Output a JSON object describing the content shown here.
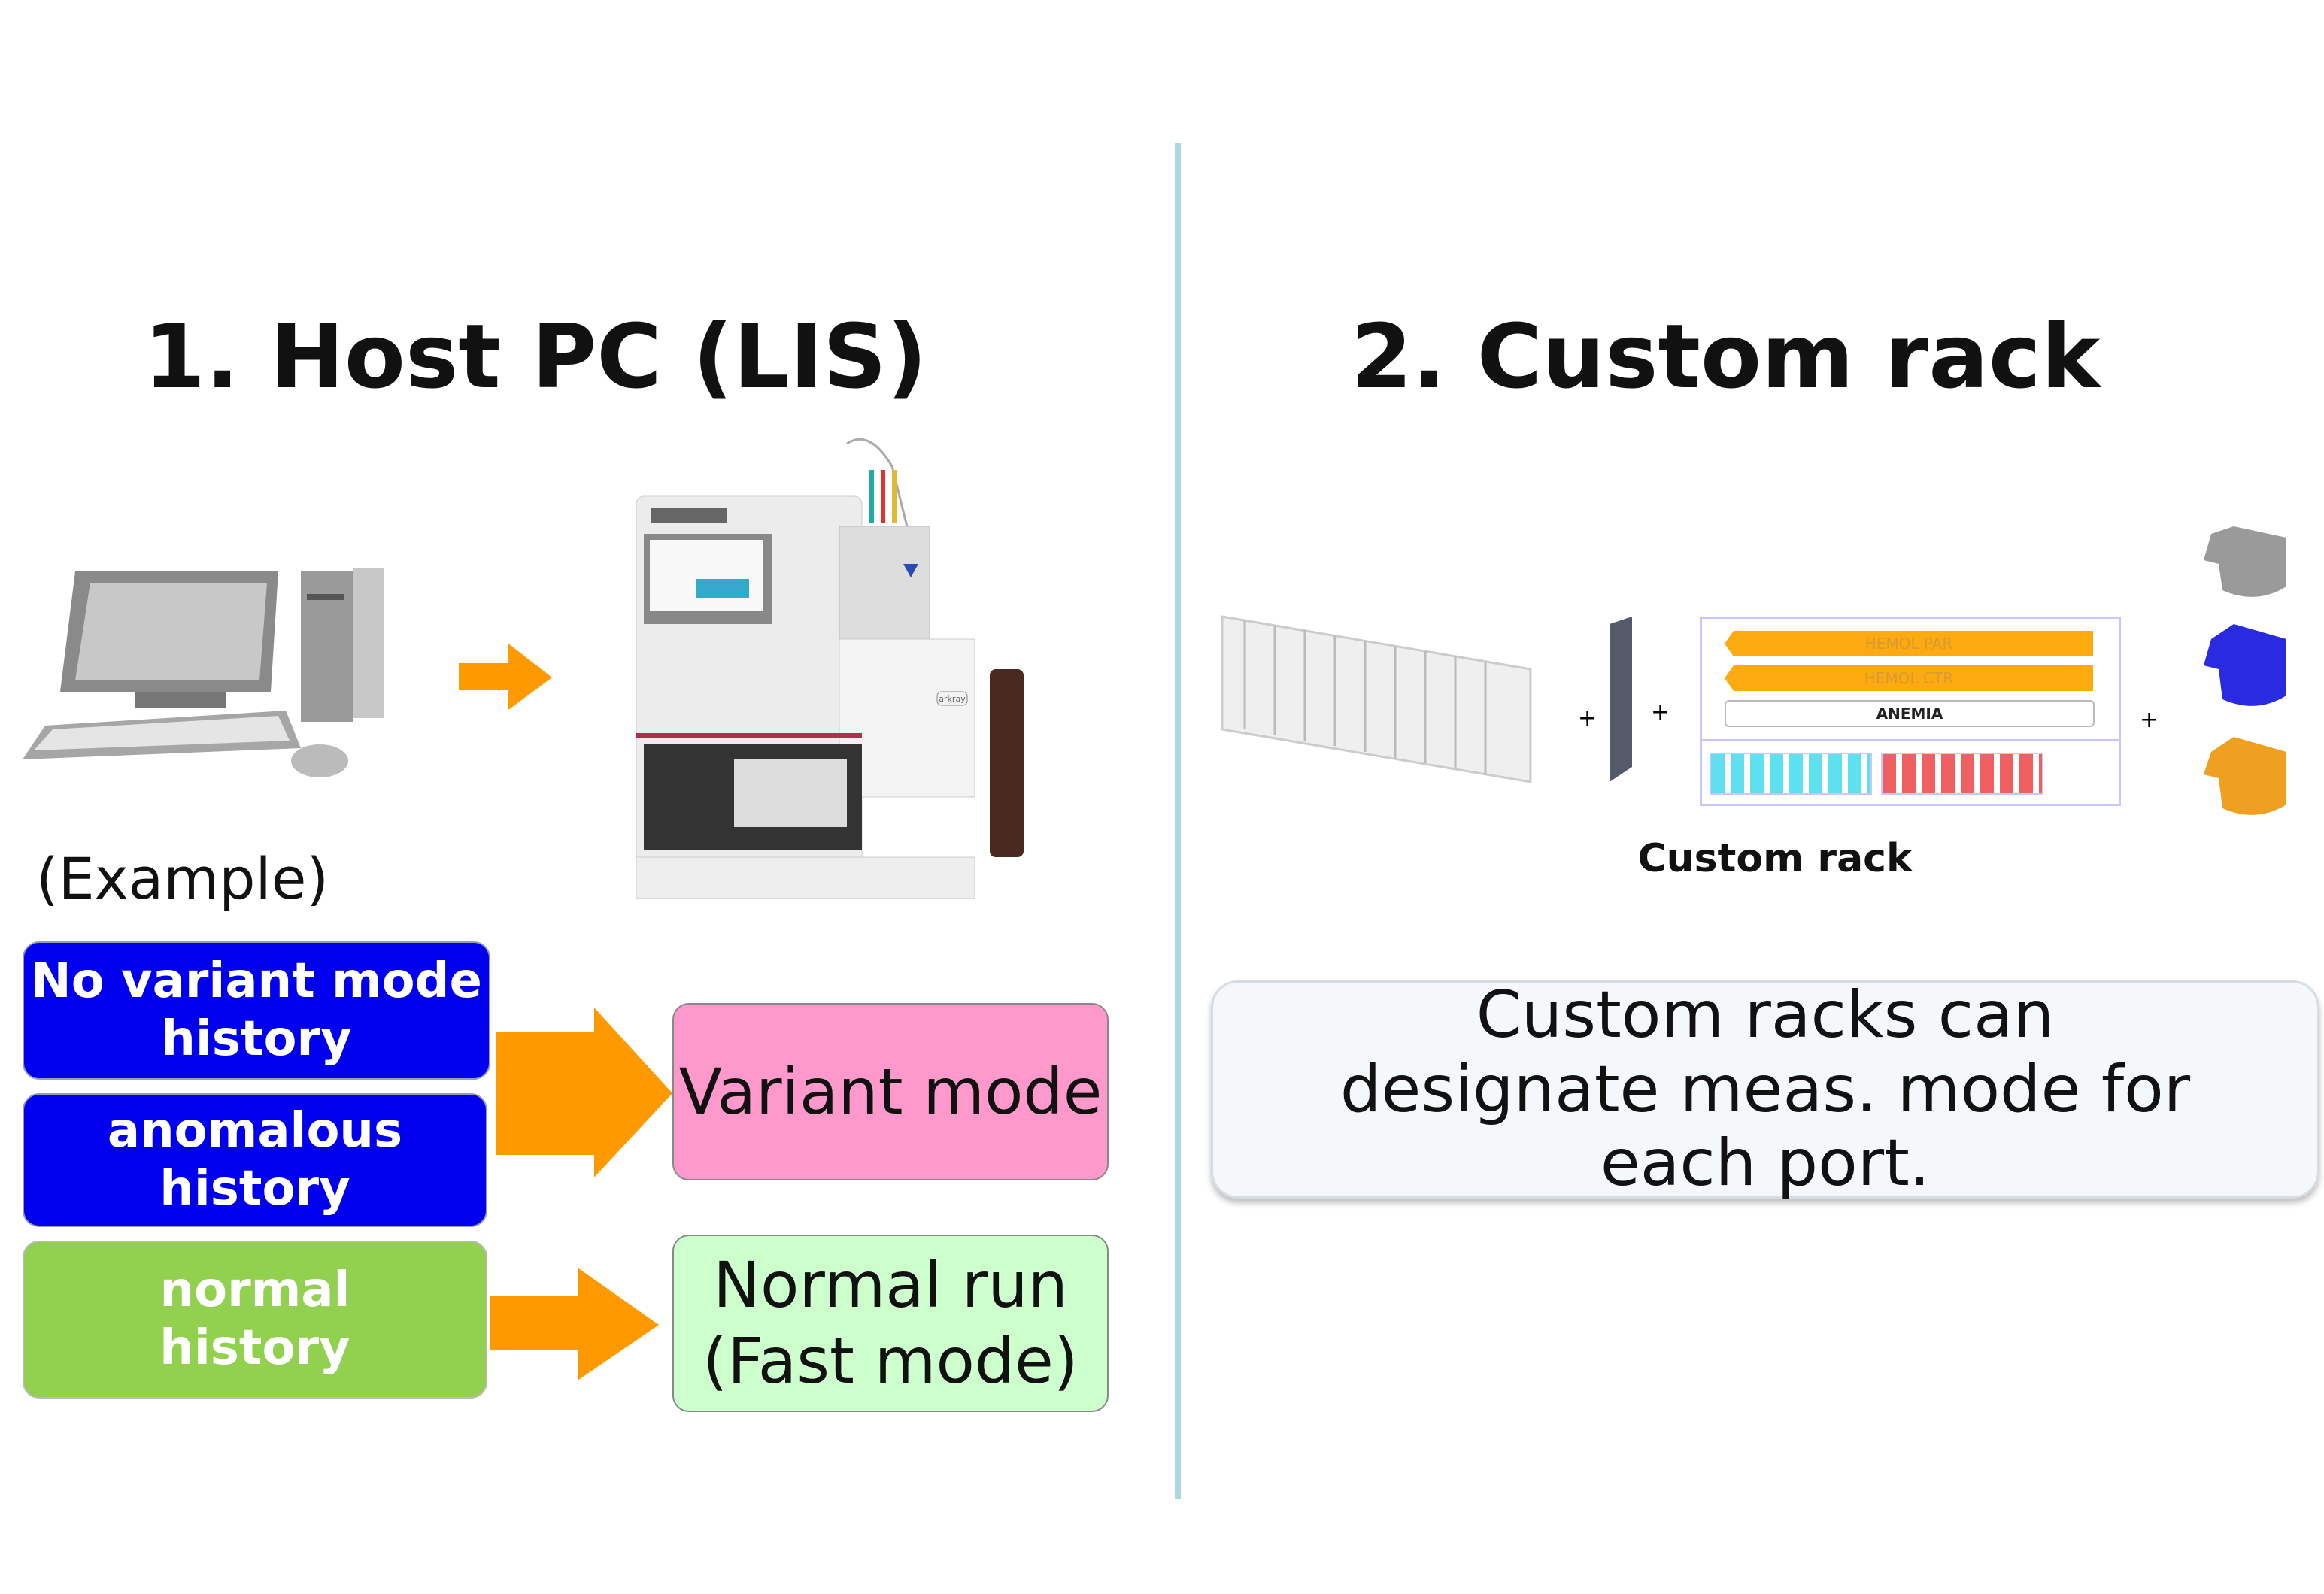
{
  "left": {
    "title": "1. Host PC (LIS)",
    "example_label": "(Example)",
    "conditions": [
      {
        "label": "No variant mode history",
        "color": "#0000ee"
      },
      {
        "label": "anomalous history",
        "color": "#0000ee"
      },
      {
        "label": "normal history",
        "color": "#92d050"
      }
    ],
    "results": [
      {
        "label": "Variant mode",
        "color": "#ff99cc"
      },
      {
        "label": "Normal run (Fast mode)",
        "color": "#ccffcc"
      }
    ],
    "arrow_color": "#ff9900",
    "analyzer_brand": "arkray"
  },
  "right": {
    "title": "2. Custom rack",
    "rack_label": "Custom rack",
    "panel_labels": [
      "HEMOL PAR",
      "HEMOL CTR",
      "ANEMIA"
    ],
    "note": "Custom racks can designate meas. mode for each port.",
    "cap_colors": [
      "#9a9a9a",
      "#2a2ae0",
      "#f0a020"
    ]
  },
  "divider_color": "#a9d8dd"
}
